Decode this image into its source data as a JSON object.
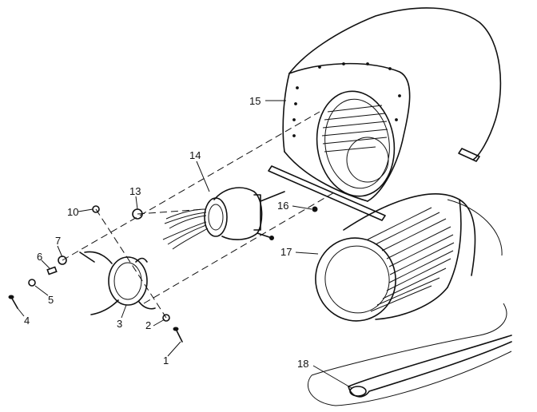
{
  "callouts": {
    "c1": "1",
    "c2": "2",
    "c3": "3",
    "c4": "4",
    "c5": "5",
    "c6": "6",
    "c7": "7",
    "c10": "10",
    "c13": "13",
    "c14": "14",
    "c15": "15",
    "c16": "16",
    "c17": "17",
    "c18": "18"
  }
}
